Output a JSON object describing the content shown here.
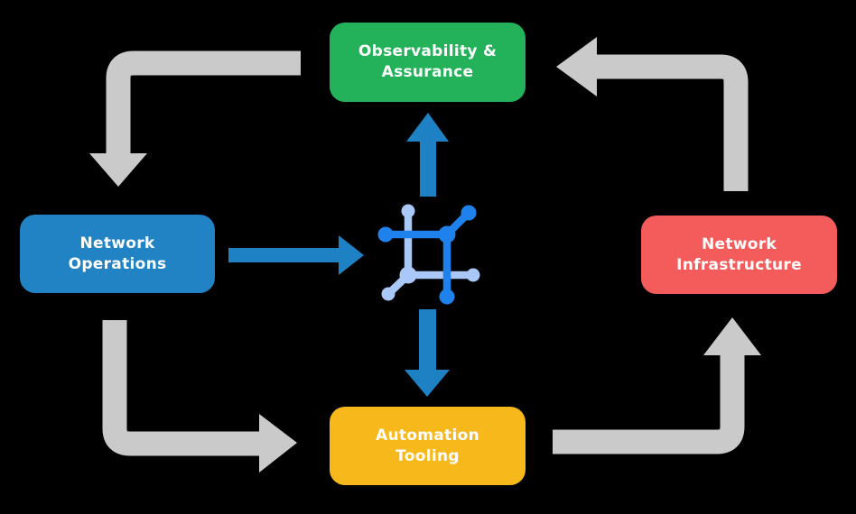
{
  "canvas": {
    "background": "#000000"
  },
  "colors": {
    "observability_green": "#23B25A",
    "operations_blue": "#2182C4",
    "infrastructure_red": "#F45C5C",
    "automation_yellow": "#F7B81B",
    "flow_arrow_gray": "#CACACA",
    "data_arrow_blue": "#1E81C3",
    "icon_dark_blue": "#1F82EC",
    "icon_light_blue": "#A9C8F7",
    "label_text": "#FFFFFF"
  },
  "boxes": [
    {
      "id": "observability-assurance",
      "lines": [
        "Observability &",
        "Assurance"
      ]
    },
    {
      "id": "network-operations",
      "lines": [
        "Network",
        "Operations"
      ]
    },
    {
      "id": "network-infrastructure",
      "lines": [
        "Network",
        "Infrastructure"
      ]
    },
    {
      "id": "automation-tooling",
      "lines": [
        "Automation",
        "Tooling"
      ]
    }
  ],
  "icon": {
    "name": "network-mesh-icon"
  }
}
